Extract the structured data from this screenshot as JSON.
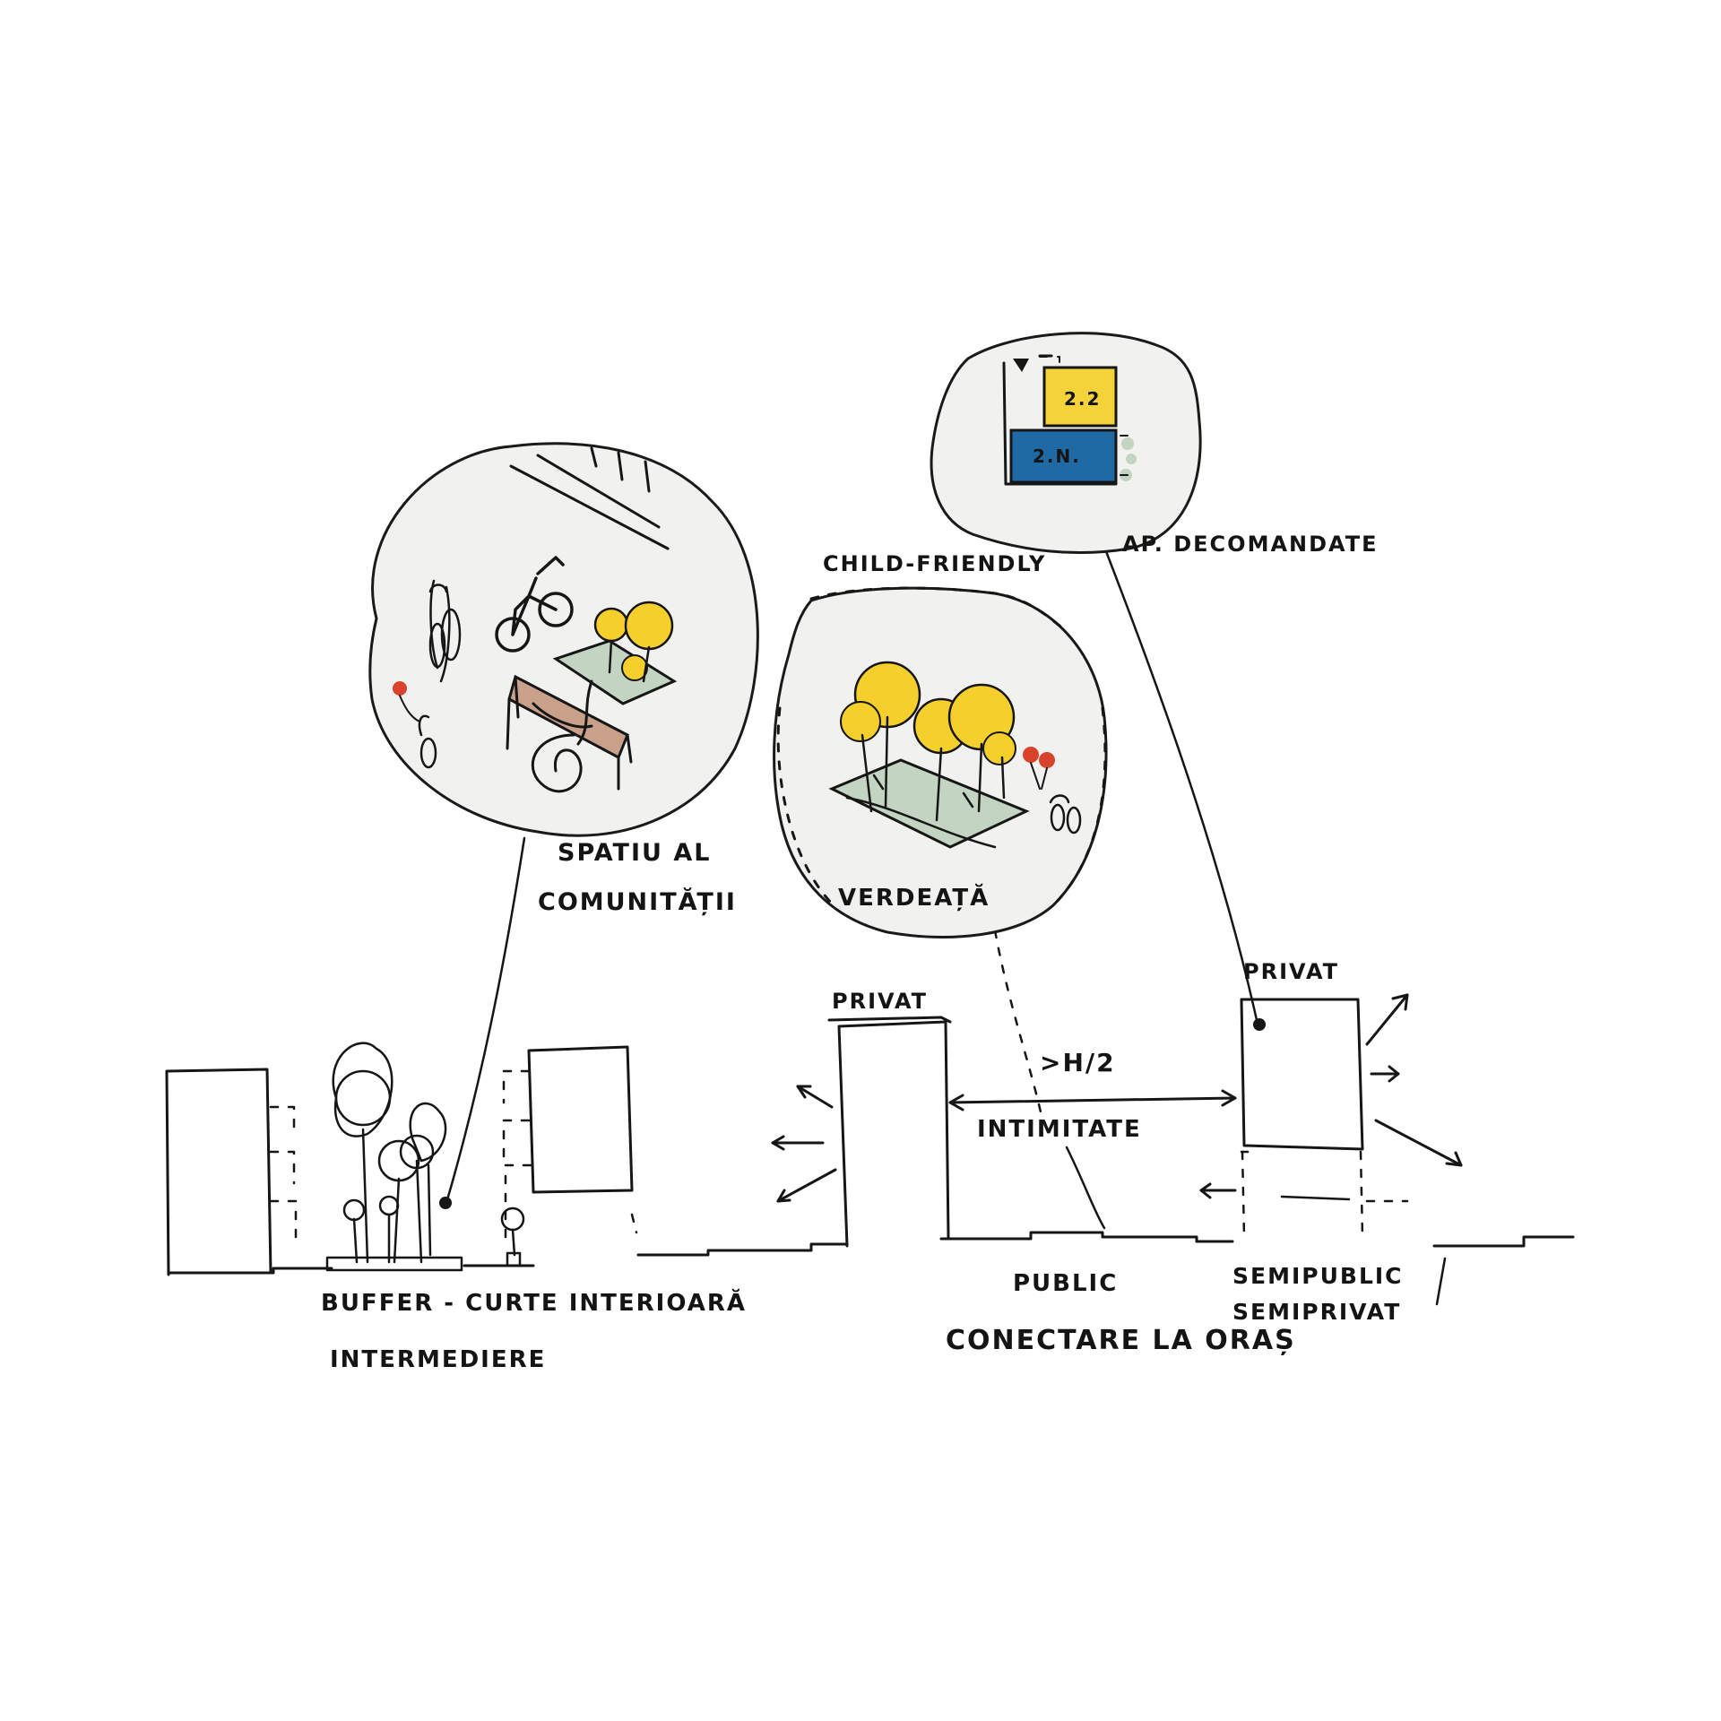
{
  "labels": {
    "spatiu_line1": "SPATIU AL",
    "spatiu_line2": "COMUNITĂȚII",
    "child_friendly": "CHILD-FRIENDLY",
    "ap_decomandate": "AP. DECOMANDATE",
    "verdeata": "VERDEAȚĂ",
    "privat_center": "PRIVAT",
    "privat_right": "PRIVAT",
    "h_over_2": ">H/2",
    "intimitate": "INTIMITATE",
    "buffer": "BUFFER - CURTE INTERIOARĂ",
    "intermediere": "INTERMEDIERE",
    "public": "PUBLIC",
    "conectare": "CONECTARE LA ORAȘ",
    "semipublic": "SEMIPUBLIC",
    "semiprivat": "SEMIPRIVAT"
  },
  "apartment": {
    "upper_unit": "2.2",
    "lower_unit": "2.N.",
    "upper_color": "#f3d23a",
    "lower_color": "#1f6aa5"
  },
  "colors": {
    "ink": "#161616",
    "bubble_fill": "#f1f1f0",
    "tree_yellow": "#f5cf2c",
    "balloon_red": "#d9432c",
    "bench_wood": "#c9a08a",
    "lawn_green": "#c3d4c2"
  }
}
